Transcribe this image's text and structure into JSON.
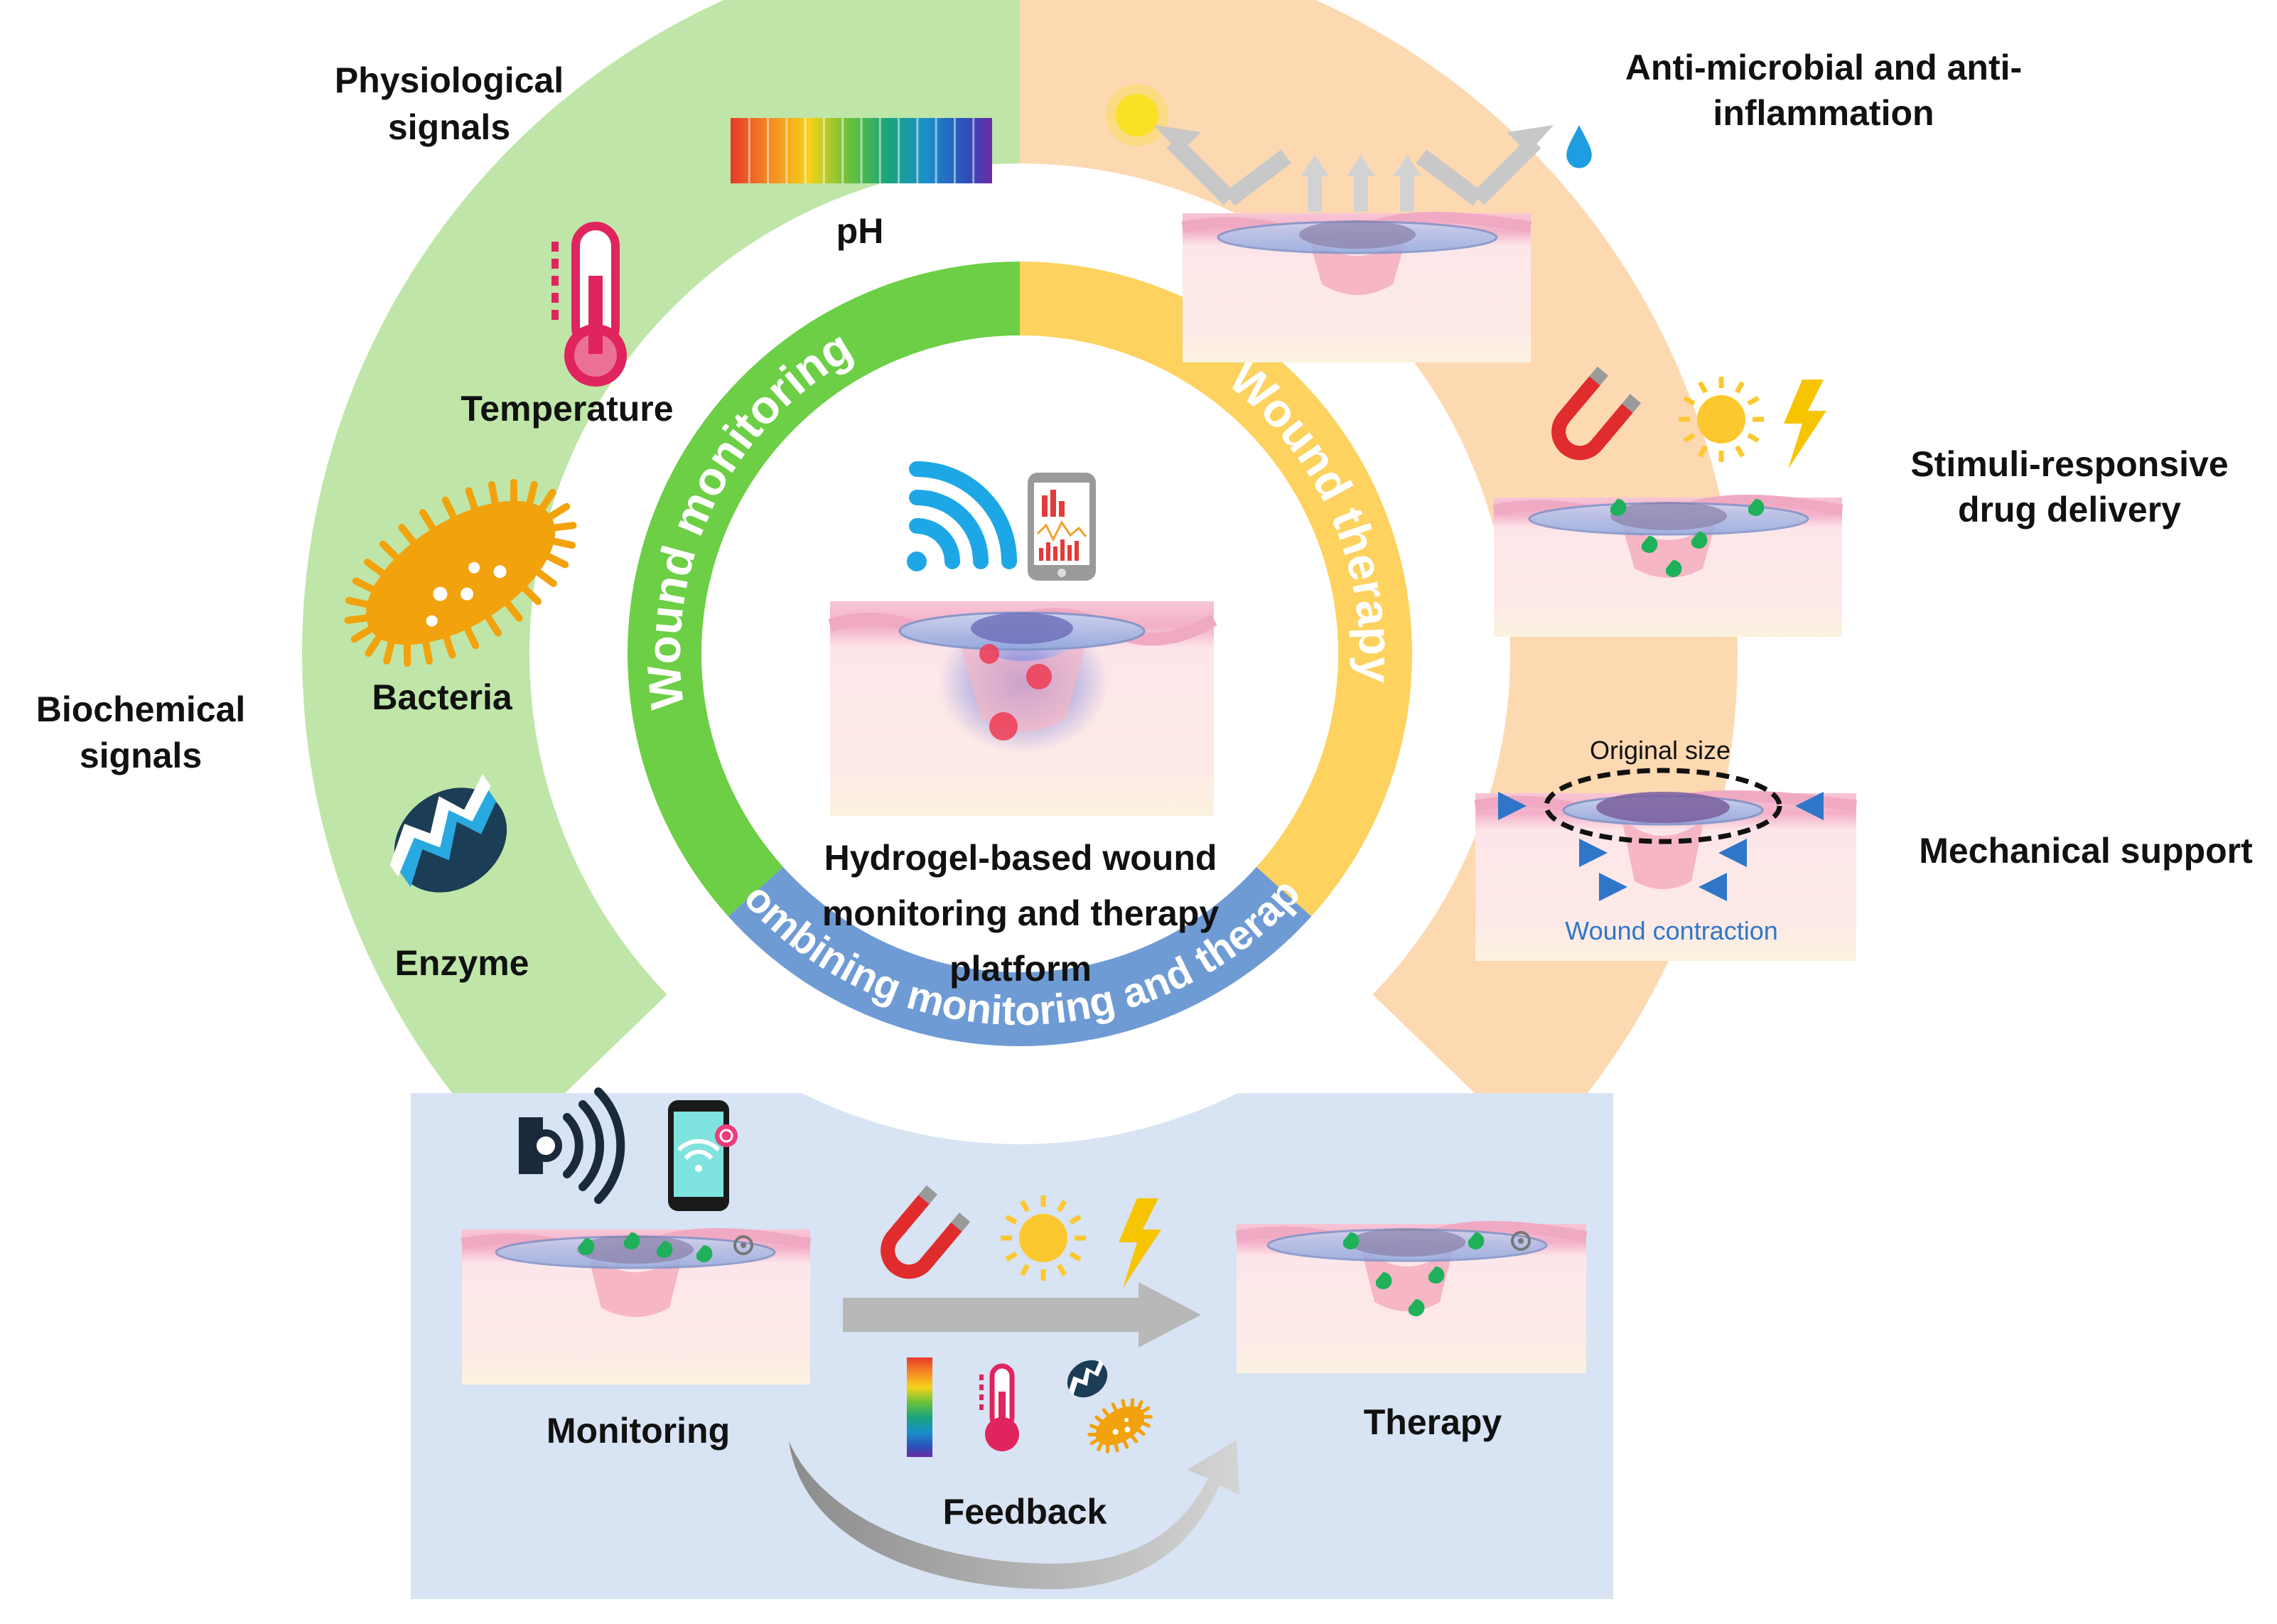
{
  "center": {
    "title_lines": [
      "Hydrogel-based wound",
      "monitoring and therapy",
      "platform"
    ]
  },
  "ring": {
    "monitoring": "Wound monitoring",
    "therapy": "Wound therapy",
    "combining": "Combining monitoring and therapy"
  },
  "left": {
    "physiological_lines": [
      "Physiological",
      "signals"
    ],
    "biochemical_lines": [
      "Biochemical",
      "signals"
    ],
    "ph": "pH",
    "temperature": "Temperature",
    "bacteria": "Bacteria",
    "enzyme": "Enzyme"
  },
  "right": {
    "antimicrobial_lines": [
      "Anti-microbial and anti-",
      "inflammation"
    ],
    "stimuli_lines": [
      "Stimuli-responsive",
      "drug delivery"
    ],
    "mechanical": "Mechanical support",
    "original_size": "Original size",
    "wound_contraction": "Wound contraction"
  },
  "bottom": {
    "monitoring": "Monitoring",
    "therapy": "Therapy",
    "feedback": "Feedback"
  },
  "colors": {
    "green_light": "#bfe6a8",
    "green_ring": "#6ccf45",
    "orange_light": "#fdd9b2",
    "yellow_ring": "#fdd25e",
    "blue_ring": "#6f9bd4",
    "blue_panel": "#d8e3f3",
    "wound_pink": "#f6b6c4",
    "contraction_blue": "#2f76c9"
  }
}
